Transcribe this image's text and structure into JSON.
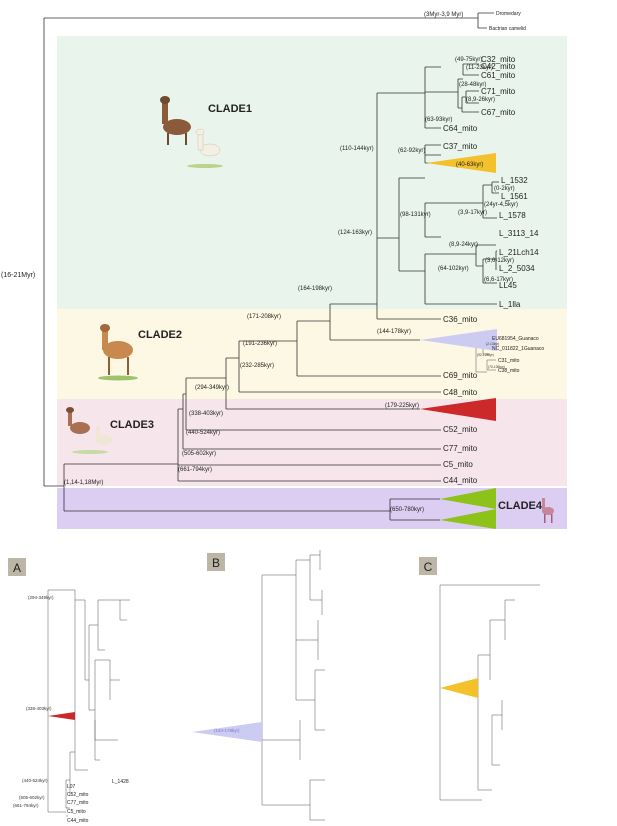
{
  "colors": {
    "clade1_bg": "#e9f5ec",
    "clade2_bg": "#fdf8e4",
    "clade3_bg": "#f6e6ec",
    "clade4_bg": "#dccdf2",
    "gold": "#f2c12c",
    "lavender": "#ccccf2",
    "red": "#cc2a2a",
    "green": "#8dc21a",
    "panel_label_bg": "#bdb5a6"
  },
  "clades": {
    "clade1": "CLADE1",
    "clade2": "CLADE2",
    "clade3": "CLADE3",
    "clade4": "CLADE4"
  },
  "tips": {
    "dromedary": "Dromedary",
    "bactrian": "Bactrian camelid",
    "c42": "C42_mito",
    "c32": "C32_mito",
    "c61": "C61_mito",
    "c71": "C71_mito",
    "c67": "C67_mito",
    "c64": "C64_mito",
    "c37": "C37_mito",
    "l1532": "L_1532",
    "l1561": "L_1561",
    "l1578": "L_1578",
    "l3113": "L_3113_14",
    "l21": "L_21Lch14",
    "l2": "L_2_5034",
    "ll45": "LL45",
    "l1lla": "L_1lla",
    "c36": "C36_mito",
    "eu": "EU681954_Guanaco",
    "nc": "NC_011822_1Guanaco",
    "c31": "C31_mito",
    "c38": "C38_mito",
    "c69": "C69_mito",
    "c48": "C48_mito",
    "c52": "C52_mito",
    "c77": "C77_mito",
    "c5": "C5_mito",
    "c44": "C44_mito"
  },
  "nodes": {
    "root": "(16-21Myr)",
    "camel": "(3Myr-3,9 Myr)",
    "n49": "(49-75kyr)",
    "n11": "(11-23kyr)",
    "n28": "(28-48kyr)",
    "n8": "(8,9-26kyr)",
    "n63": "(63-93kyr)",
    "n110": "(110-144kyr)",
    "n62": "(62-92kyr)",
    "n40": "(40-63kyr)",
    "n0": "(0-2kyr)",
    "n24": "(24yr-4,5kyr)",
    "n3": "(3,9-17kyr)",
    "n98": "(98-131kyr)",
    "n124": "(124-163kyr)",
    "n89": "(8,9-24kyr)",
    "n36": "(3,6-12kyr)",
    "n66": "(6,6-17kyr)",
    "n64": "(64-102kyr)",
    "n164": "(164-198kyr)",
    "n171": "(171-208kyr)",
    "n144": "(144-178kyr)",
    "n2": "(2-13kyr)",
    "n92": "(92-128kyr)",
    "n70": "(70-106kyr)",
    "n191": "(191-236kyr)",
    "n232": "(232-285kyr)",
    "n294": "(294-349kyr)",
    "n179": "(179-225kyr)",
    "n338": "(338-403kyr)",
    "n440": "(440-524kyr)",
    "n505": "(505-602kyr)",
    "n661": "(661-794kyr)",
    "n114": "(1,14-1,18Myr)",
    "n650": "(650-780kyr)"
  },
  "panels": {
    "a": "A",
    "b": "B",
    "c": "C"
  },
  "panel_a": {
    "n294": "(294-349kyr)",
    "n338": "(338-403kyr)",
    "n440": "(440-524kyr)",
    "n505": "(505-602kyr)",
    "n661": "(661-794kyr)",
    "l1428": "L_1428",
    "l07": "L07",
    "c52": "C52_mito",
    "c77": "C77_mito",
    "c5": "C5_mito",
    "c44": "C44_mito"
  },
  "panel_b": {
    "n144": "(144-178kyr)"
  }
}
